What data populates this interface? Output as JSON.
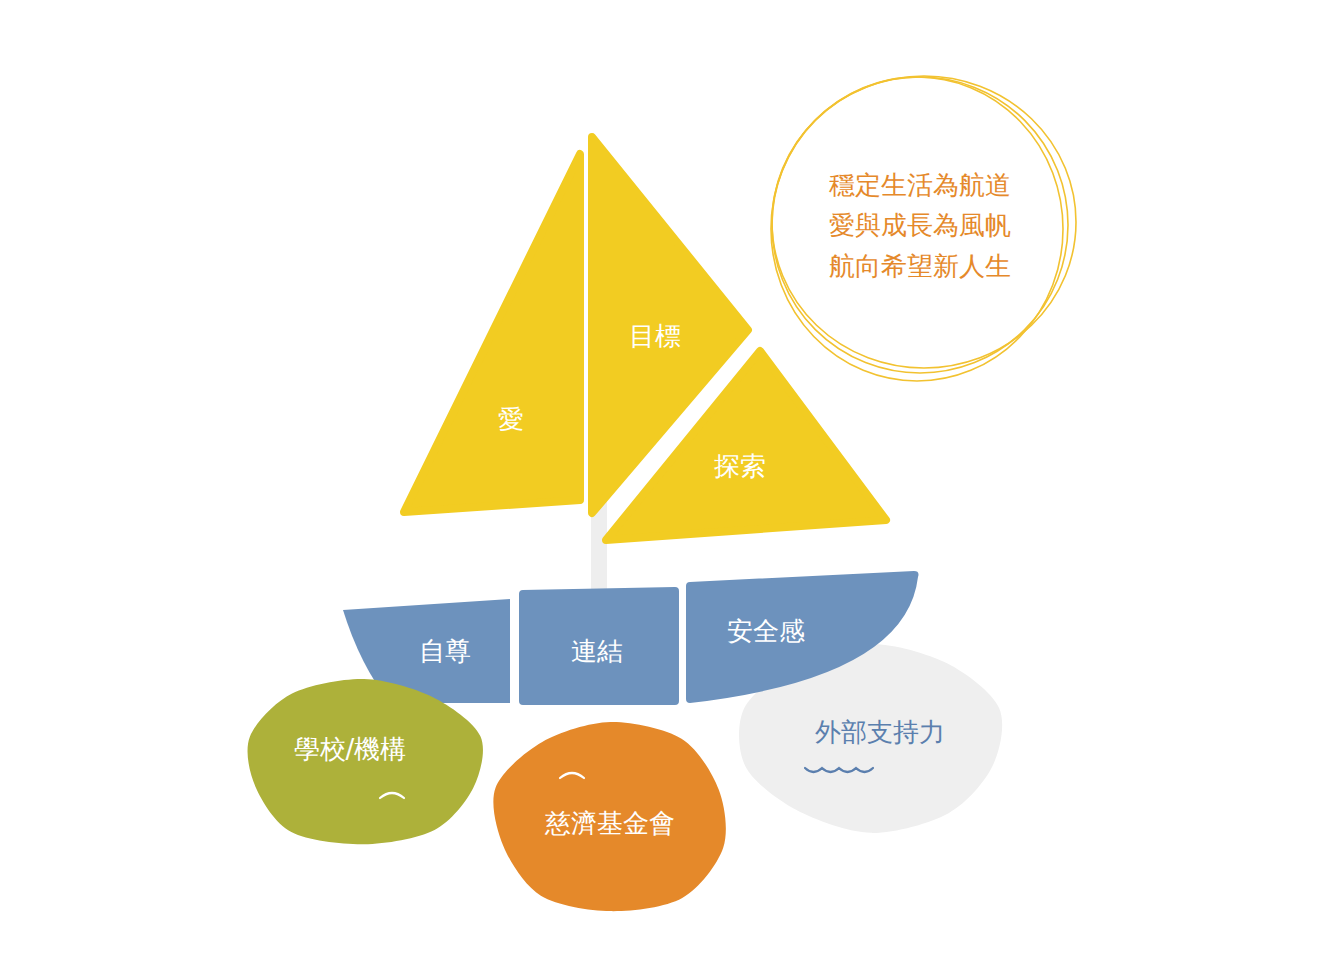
{
  "diagram": {
    "nodes": [
      {
        "text": [
          "愛"
        ]
      },
      {
        "text": [
          "目標"
        ]
      },
      {
        "text": [
          "探索"
        ]
      },
      {
        "text": [
          "自尊"
        ]
      },
      {
        "text": [
          "連結"
        ]
      },
      {
        "text": [
          "安全感"
        ]
      },
      {
        "text": [
          "學校/機構"
        ]
      },
      {
        "text": [
          "慈濟基金會"
        ]
      },
      {
        "text": [
          "外部支持力"
        ]
      },
      {
        "text": [
          "穩定生活為航道 愛與成長為風帆 航向希望新人生"
        ]
      }
    ]
  }
}
